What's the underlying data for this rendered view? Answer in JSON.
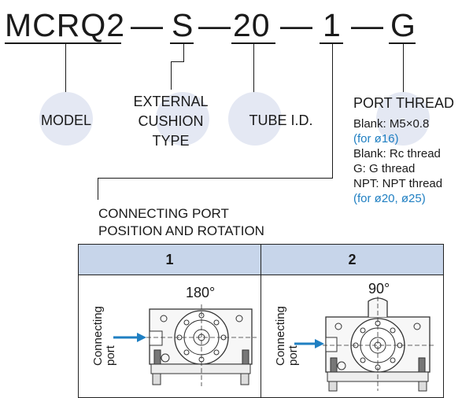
{
  "code": {
    "model": "MCRQ2",
    "cushion": "S",
    "tube": "20",
    "port_pos": "1",
    "thread": "G",
    "dash": "—"
  },
  "labels": {
    "model": "MODEL",
    "cushion_1": "EXTERNAL",
    "cushion_2": "CUSHION",
    "cushion_3": "TYPE",
    "tube": "TUBE I.D.",
    "thread_title": "PORT THREAD",
    "thread_1": "Blank: M5×0.8",
    "thread_2": "(for ø16)",
    "thread_3": "Blank: Rc thread",
    "thread_4": "G: G thread",
    "thread_5": "NPT: NPT thread",
    "thread_6": "(for ø20, ø25)",
    "position_1": "CONNECTING PORT",
    "position_2": "POSITION AND ROTATION"
  },
  "table": {
    "col1": "1",
    "col2": "2",
    "angle1": "180°",
    "angle2": "90°",
    "port_line1": "Connecting",
    "port_line2": "port"
  },
  "colors": {
    "circle": "#e4e8f3",
    "header": "#c7d5ea",
    "arrow": "#1f7fc2",
    "note_blue": "#1f7fc2"
  }
}
